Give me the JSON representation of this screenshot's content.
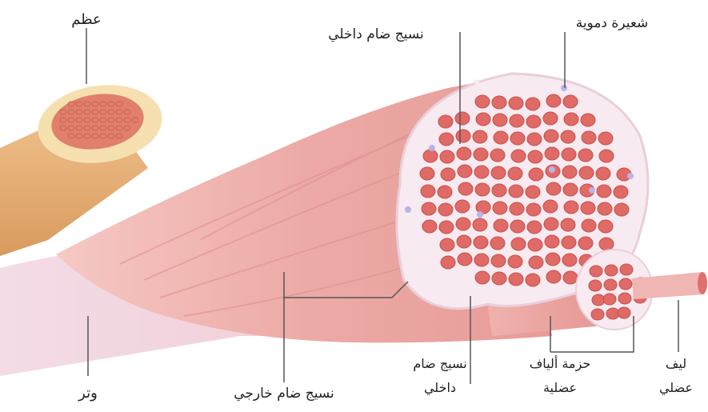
{
  "labels": {
    "bone": "عظم",
    "tendon": "وتر",
    "endomysium_top": "نسيج ضام داخلي",
    "blood_capillary": "شعيرة دموية",
    "epimysium": "نسيج ضام خارجي",
    "perimysium_line1": "نسيج ضام",
    "perimysium_line2": "داخلي",
    "fascicle_line1": "حزمة ألياف",
    "fascicle_line2": "عضلية",
    "fiber_line1": "ليف",
    "fiber_line2": "عضلي"
  },
  "colors": {
    "muscle_light": "#f2b7b4",
    "muscle_mid": "#e89a96",
    "muscle_dark": "#d97c78",
    "fiber_red": "#e06a66",
    "fiber_dark": "#c7504c",
    "connective_tissue": "#f6e9ee",
    "tendon": "#f4dbe4",
    "bone_outer": "#e8b27a",
    "bone_cap": "#f6e0b0",
    "bone_marrow": "#e0806a",
    "capillary": "#b9b3e8",
    "leader_line": "#555555"
  }
}
